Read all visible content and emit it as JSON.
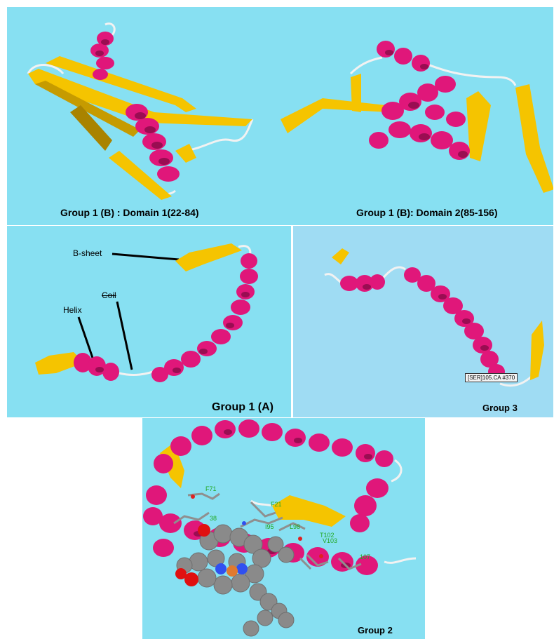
{
  "panels": {
    "domain1": {
      "caption": "Group 1 (B) : Domain 1(22-84)"
    },
    "domain2": {
      "caption": "Group 1 (B): Domain 2(85-156)"
    },
    "group1a": {
      "caption": "Group 1 (A)",
      "labels": {
        "bsheet": "B-sheet",
        "coil": "Coil",
        "helix": "Helix"
      }
    },
    "group3": {
      "caption": "Group 3",
      "tooltip": "[SER]105.CA #370"
    },
    "group2": {
      "caption": "Group 2",
      "residues": [
        "F71",
        "F21",
        "I95",
        "L98",
        "T102",
        "V103",
        "107",
        "38"
      ]
    }
  },
  "colors": {
    "background_top": "#87e0f2",
    "background_group3": "#9fdcf3",
    "helix": "#e0177a",
    "helix_dark": "#9a0d52",
    "sheet": "#f5c400",
    "sheet_dark": "#a98300",
    "coil": "#f2f2f2"
  }
}
